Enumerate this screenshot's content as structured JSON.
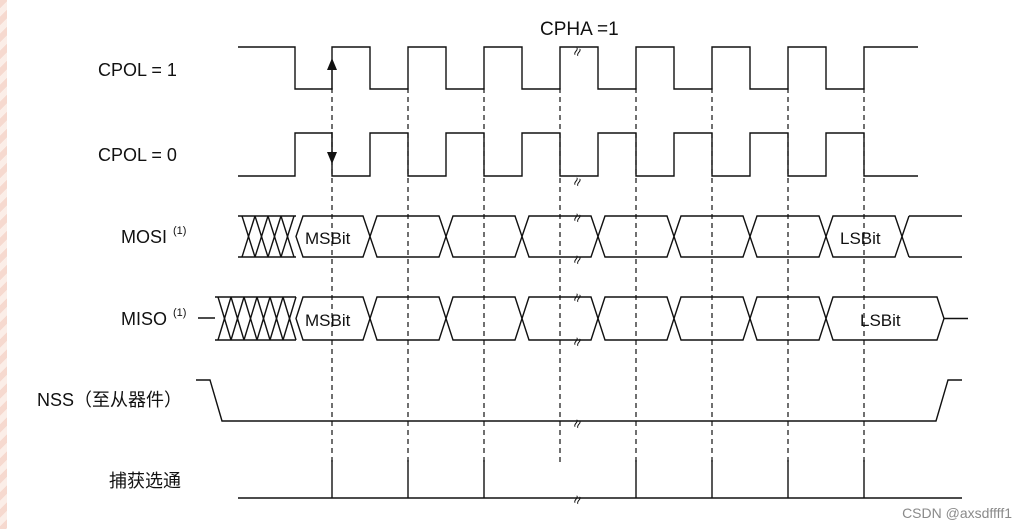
{
  "title": "CPHA =1",
  "signals": {
    "cpol1": "CPOL = 1",
    "cpol0": "CPOL = 0",
    "mosi": "MOSI",
    "mosi_note": "(1)",
    "miso": "MISO",
    "miso_note": "(1)",
    "nss": "NSS（至从器件）",
    "capture": "捕获选通"
  },
  "bits": {
    "mosi_first": "MSBit",
    "mosi_last": "LSBit",
    "miso_first": "MSBit",
    "miso_last": "LSBit"
  },
  "break_mark": "≈",
  "watermark": "CSDN @axsdffff1"
}
